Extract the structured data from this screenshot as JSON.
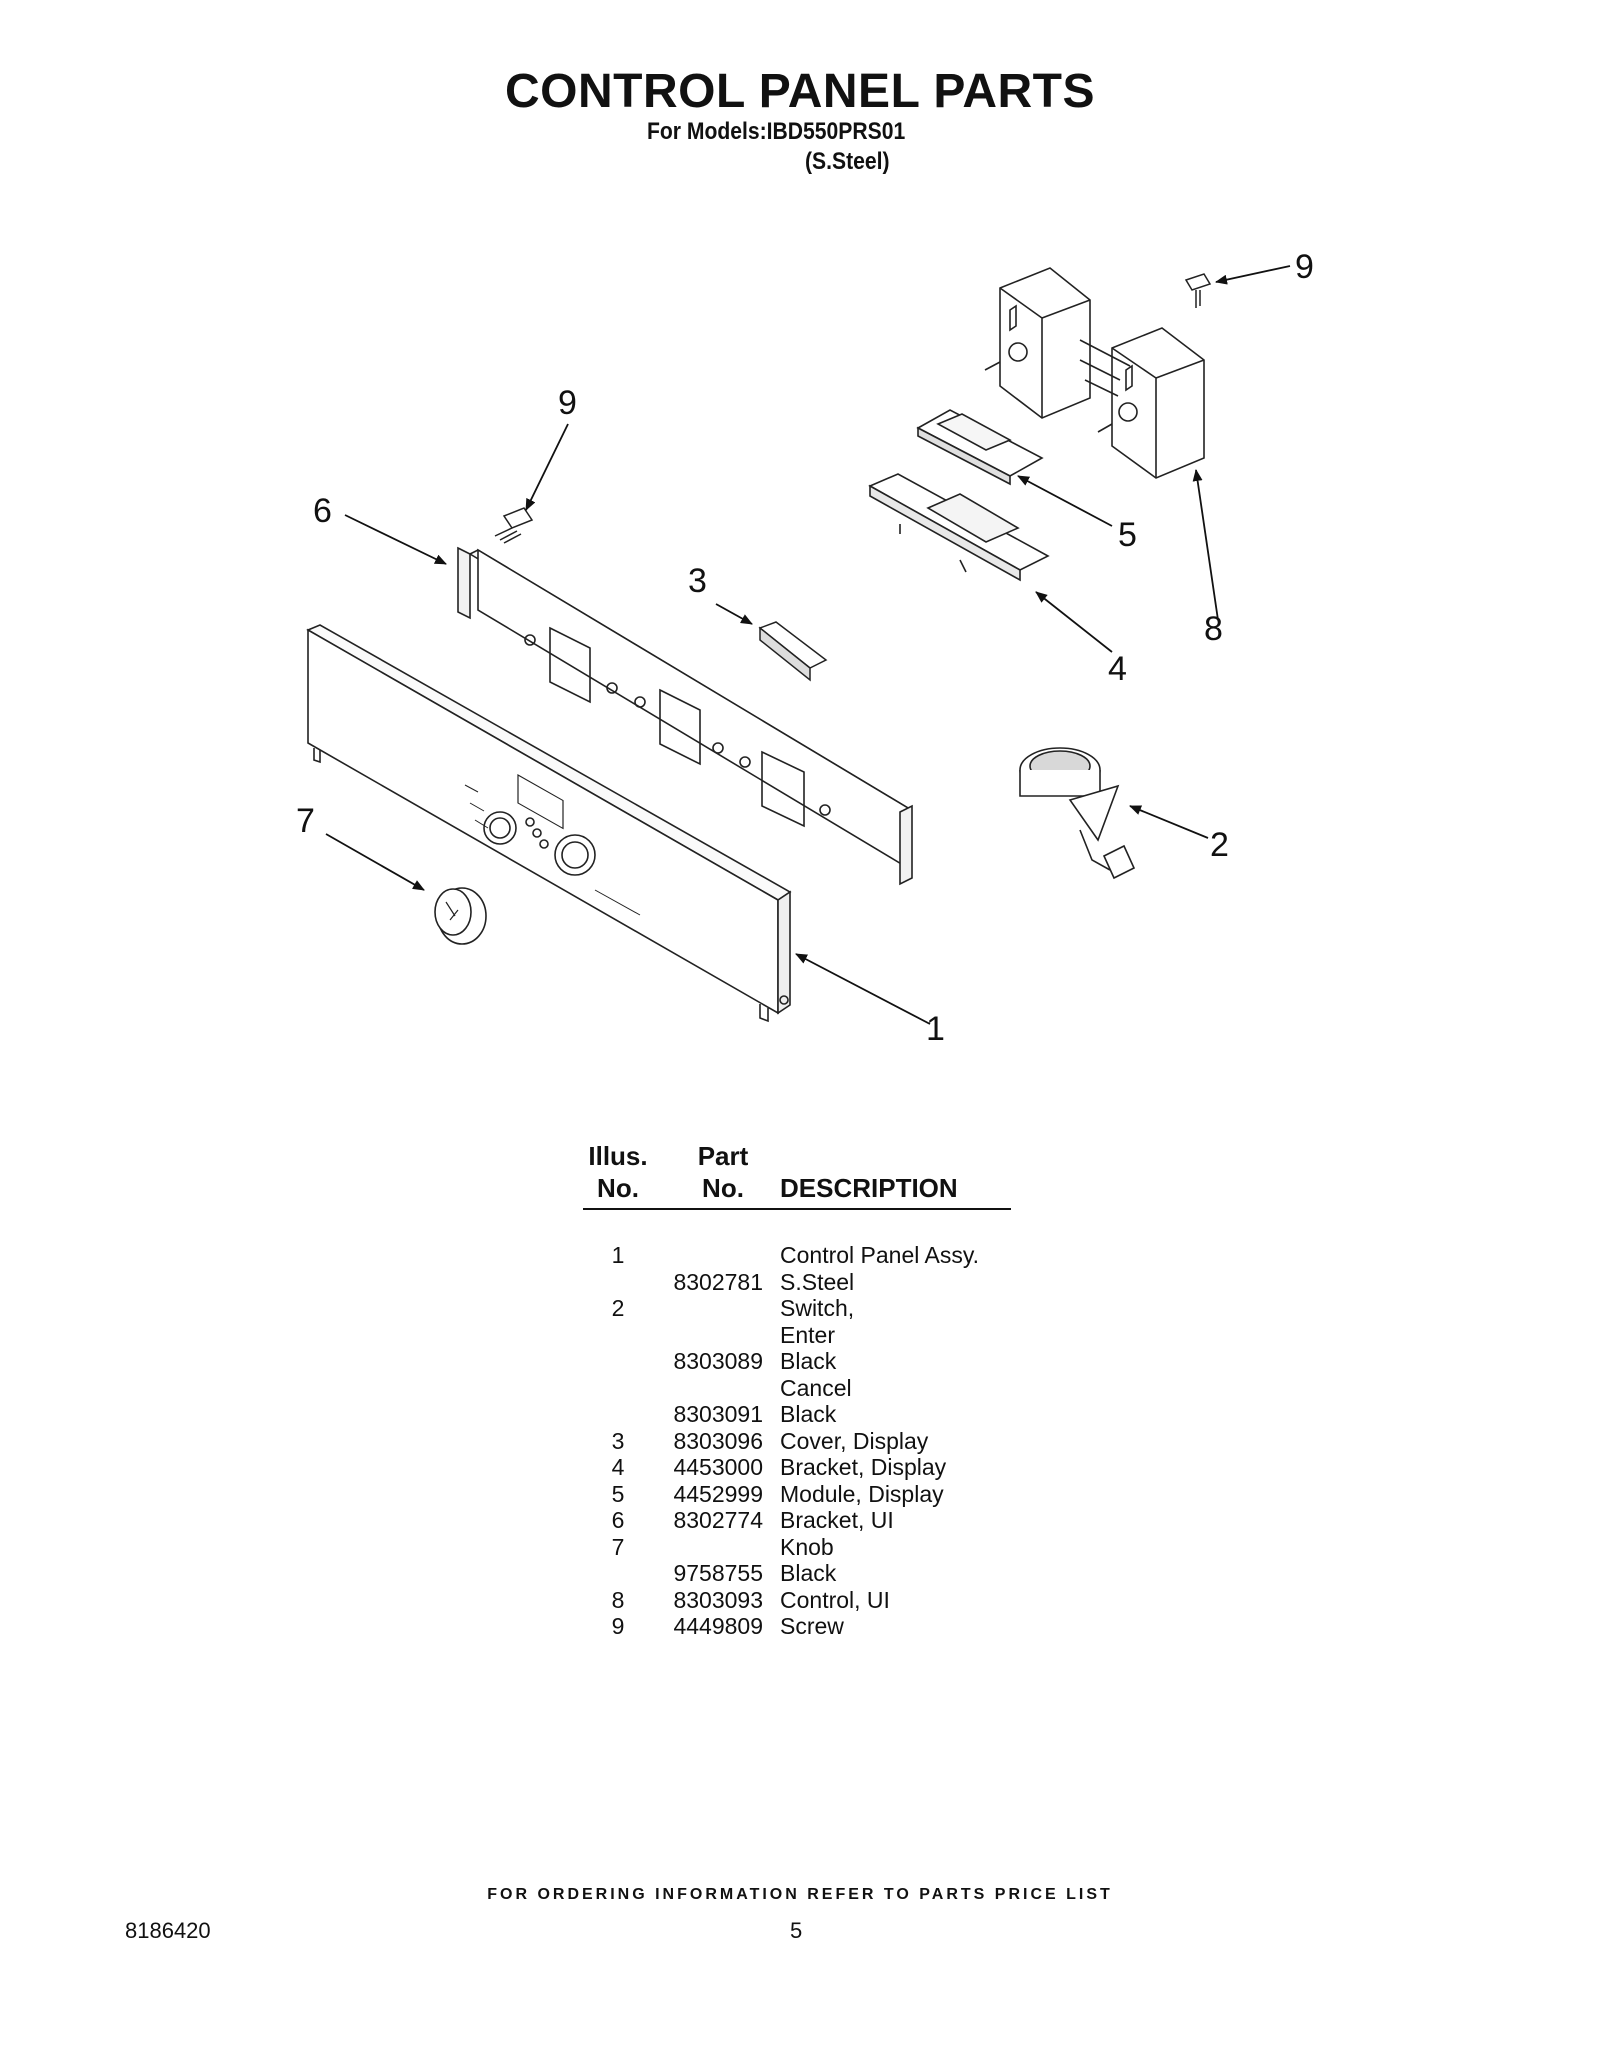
{
  "header": {
    "title": "CONTROL PANEL PARTS",
    "models_line": "For Models:IBD550PRS01",
    "finish_line": "(S.Steel)"
  },
  "diagram": {
    "callouts": [
      "9",
      "9",
      "6",
      "3",
      "5",
      "8",
      "4",
      "2",
      "7",
      "1"
    ]
  },
  "table": {
    "headers": {
      "illus_top": "Illus.",
      "illus_bottom": "No.",
      "part_top": "Part",
      "part_bottom": "No.",
      "description": "DESCRIPTION"
    },
    "rows": [
      {
        "illus": "1",
        "part": "",
        "desc": "Control Panel Assy."
      },
      {
        "illus": "",
        "part": "8302781",
        "desc": "S.Steel"
      },
      {
        "illus": "2",
        "part": "",
        "desc": "Switch,"
      },
      {
        "illus": "",
        "part": "",
        "desc": "Enter"
      },
      {
        "illus": "",
        "part": "8303089",
        "desc": "Black"
      },
      {
        "illus": "",
        "part": "",
        "desc": "Cancel"
      },
      {
        "illus": "",
        "part": "8303091",
        "desc": "Black"
      },
      {
        "illus": "3",
        "part": "8303096",
        "desc": "Cover, Display"
      },
      {
        "illus": "4",
        "part": "4453000",
        "desc": "Bracket, Display"
      },
      {
        "illus": "5",
        "part": "4452999",
        "desc": "Module, Display"
      },
      {
        "illus": "6",
        "part": "8302774",
        "desc": "Bracket, UI"
      },
      {
        "illus": "7",
        "part": "",
        "desc": "Knob"
      },
      {
        "illus": "",
        "part": "9758755",
        "desc": "Black"
      },
      {
        "illus": "8",
        "part": "8303093",
        "desc": "Control, UI"
      },
      {
        "illus": "9",
        "part": "4449809",
        "desc": "Screw"
      }
    ]
  },
  "footer": {
    "ordering_note": "FOR ORDERING INFORMATION REFER TO PARTS PRICE LIST",
    "document_number": "8186420",
    "page_number": "5"
  }
}
